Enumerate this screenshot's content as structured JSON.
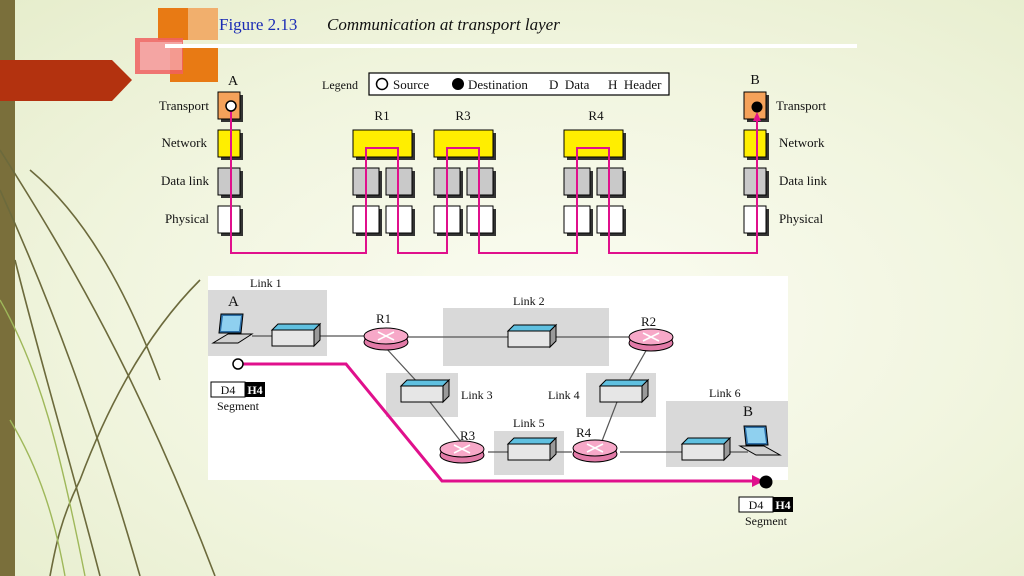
{
  "figure": {
    "number": "Figure 2.13",
    "title": "Communication at transport layer"
  },
  "legend": {
    "label": "Legend",
    "source": "Source",
    "destination": "Destination",
    "data": "D  Data",
    "header": "H  Header"
  },
  "stack": {
    "host_a": "A",
    "host_b": "B",
    "routers": [
      "R1",
      "R3",
      "R4"
    ],
    "layers_left": [
      "Transport",
      "Network",
      "Data link",
      "Physical"
    ],
    "layers_right": [
      "Transport",
      "Network",
      "Data link",
      "Physical"
    ]
  },
  "network": {
    "host_a": "A",
    "host_b": "B",
    "routers": [
      "R1",
      "R2",
      "R3",
      "R4"
    ],
    "links": [
      "Link 1",
      "Link 2",
      "Link 3",
      "Link 4",
      "Link 5",
      "Link 6"
    ]
  },
  "segment": {
    "data": "D4",
    "header": "H4",
    "label": "Segment"
  },
  "colors": {
    "path": "#e0108c",
    "transport": "#f5a25a",
    "network": "#ffee00",
    "datalink": "#c9c9c9",
    "router": "#f7a8c8",
    "switch": "#5fc0e0",
    "accent": "#b83214"
  }
}
